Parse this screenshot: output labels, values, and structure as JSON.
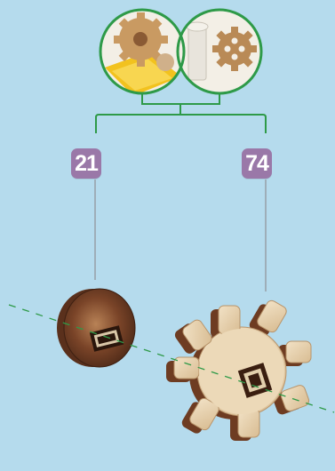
{
  "diagram": {
    "background_color": "#b5dbed",
    "connector_color": "#2e9a48",
    "badge_color": "#9a78a8",
    "parts": [
      {
        "number": "21",
        "shape": "round-spacer"
      },
      {
        "number": "74",
        "shape": "cog-gear"
      }
    ],
    "preview_icons": [
      "gear-assembly-preview-icon",
      "gear-on-shaft-preview-icon"
    ],
    "axis": "dashed-green-axle-line"
  }
}
